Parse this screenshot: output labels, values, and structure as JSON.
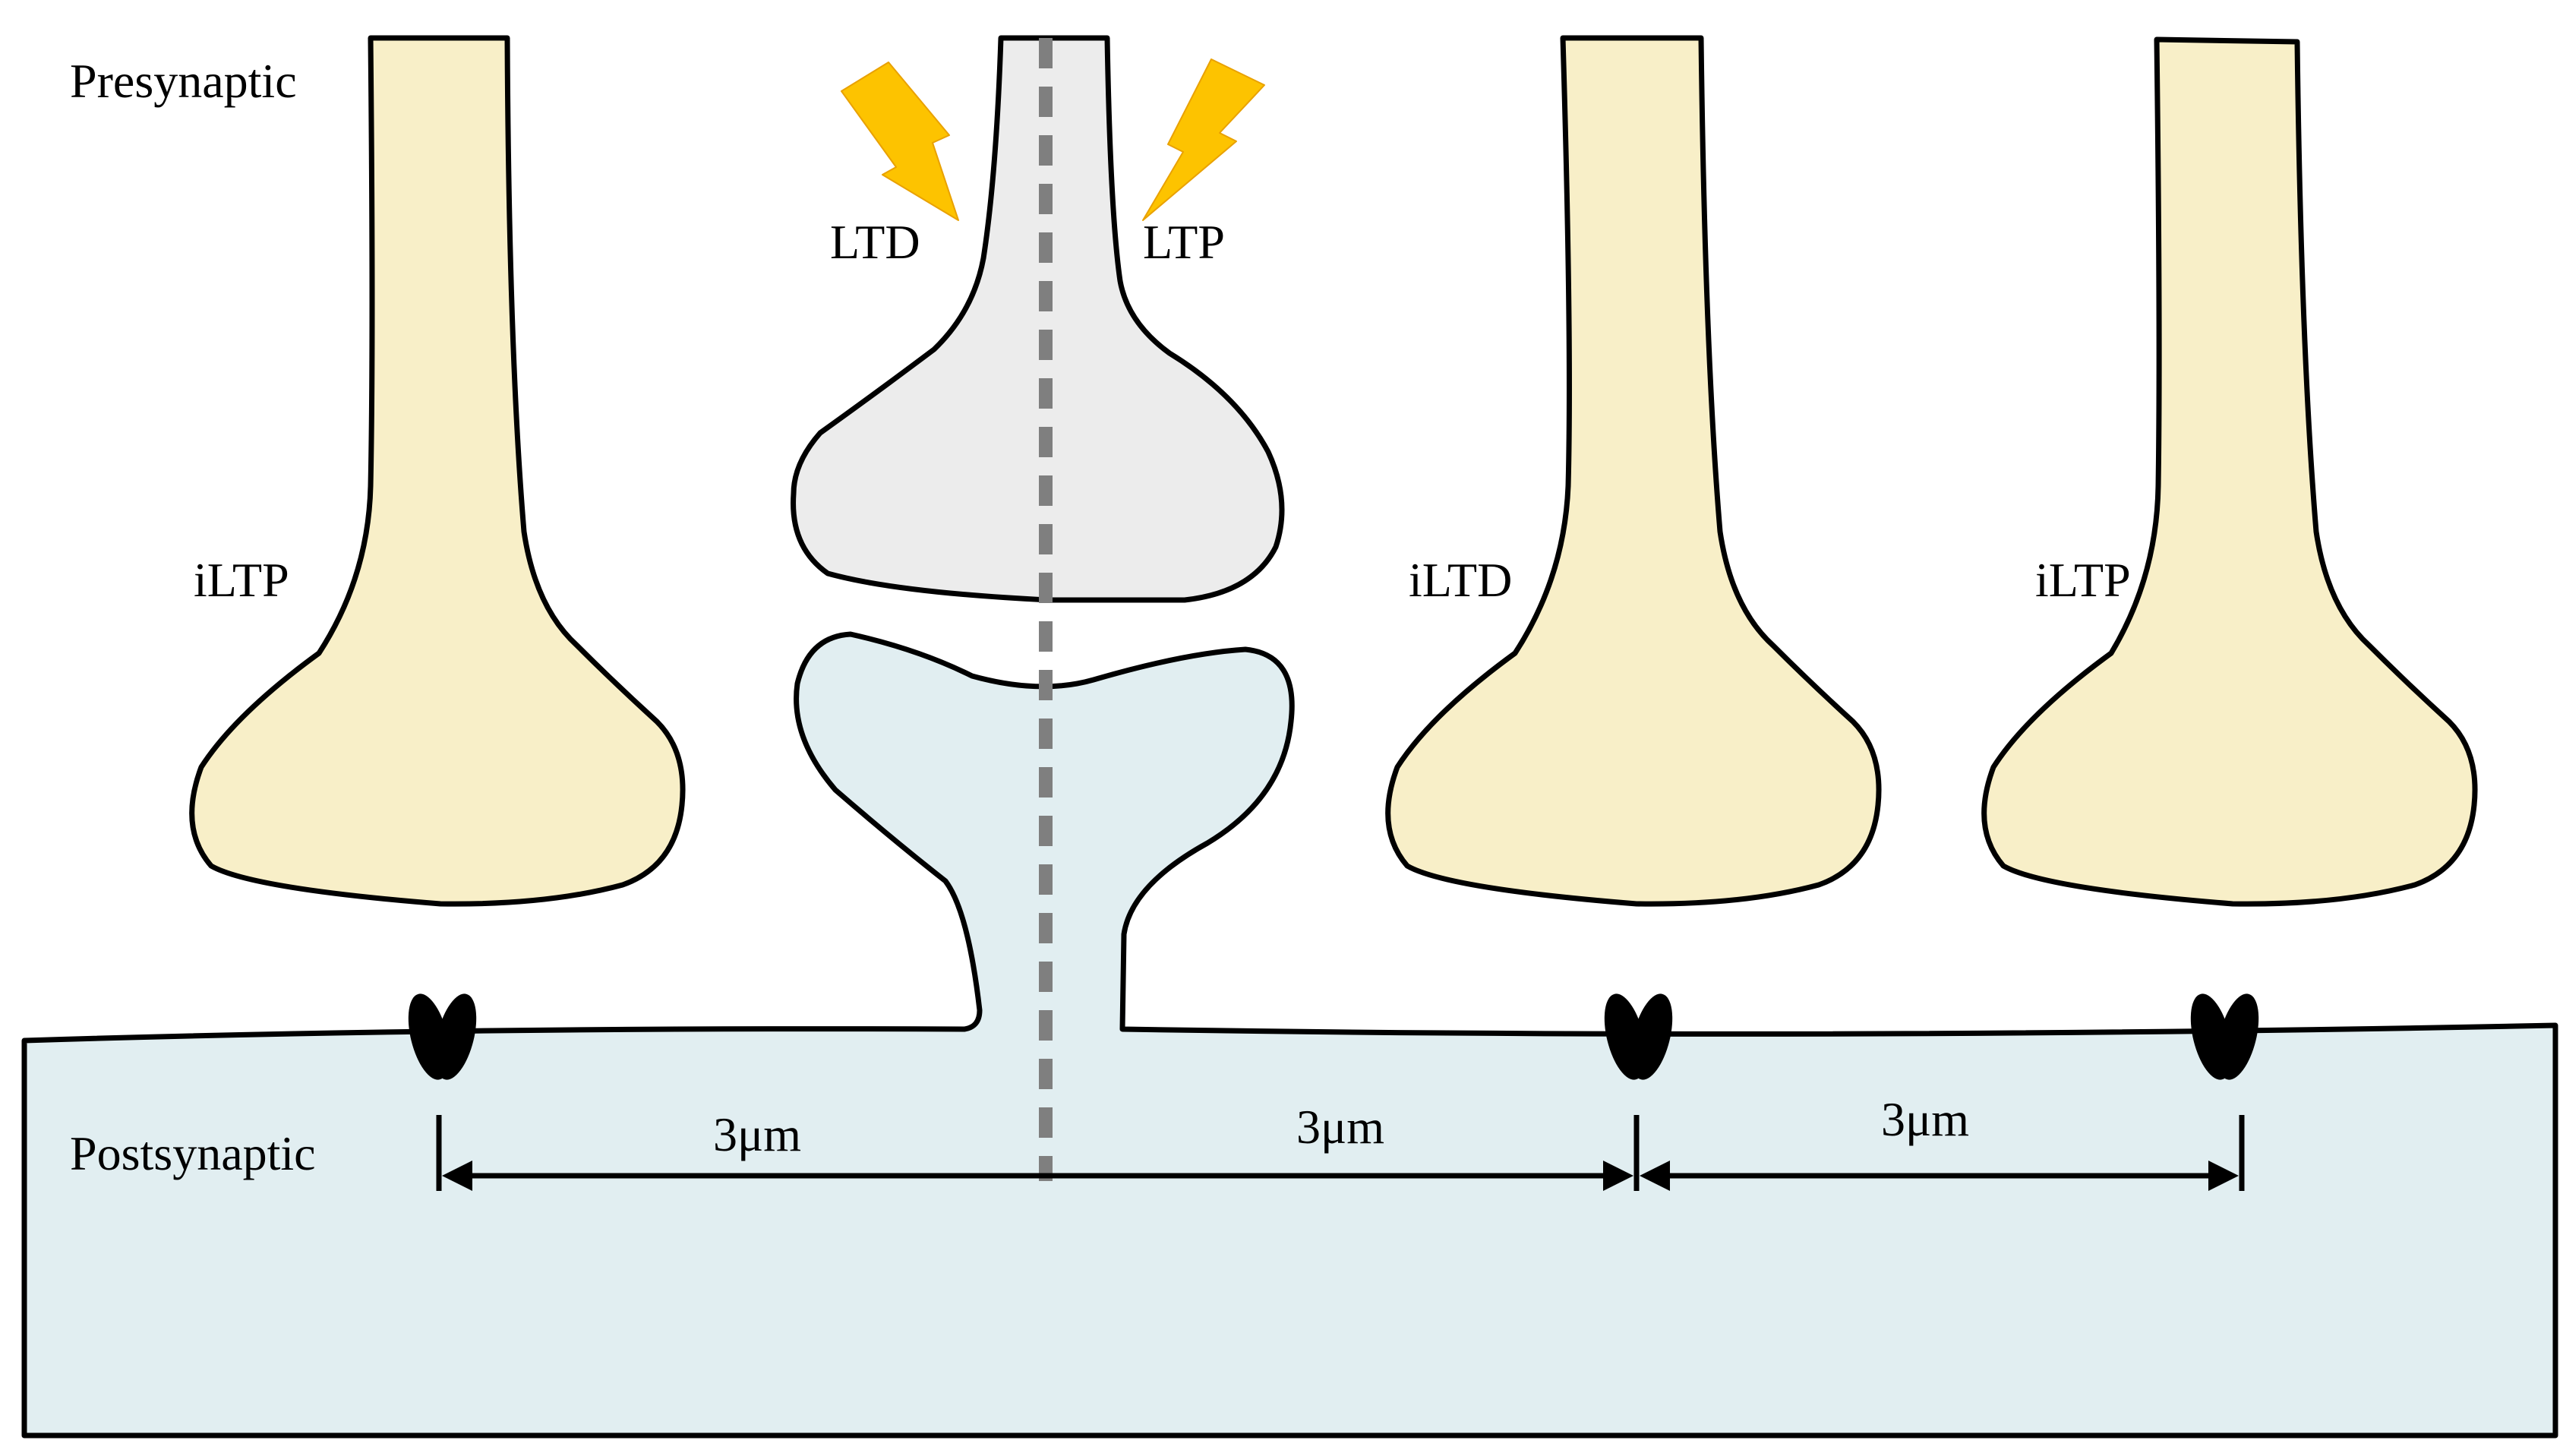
{
  "labels": {
    "presynaptic": "Presynaptic",
    "postsynaptic": "Postsynaptic",
    "ltd": "LTD",
    "ltp": "LTP",
    "iltp_left": "iLTP",
    "iltd": "iLTD",
    "iltp_right": "iLTP"
  },
  "distances": {
    "left": "3μm",
    "middle": "3μm",
    "right": "3μm"
  },
  "colors": {
    "excitatory_terminal": "#ececec",
    "inhibitory_terminal": "#f8efc8",
    "postsynaptic": "#e1eef1",
    "stimulus": "#fdc300",
    "outline": "#000000",
    "center_line": "#7f7f7f"
  }
}
